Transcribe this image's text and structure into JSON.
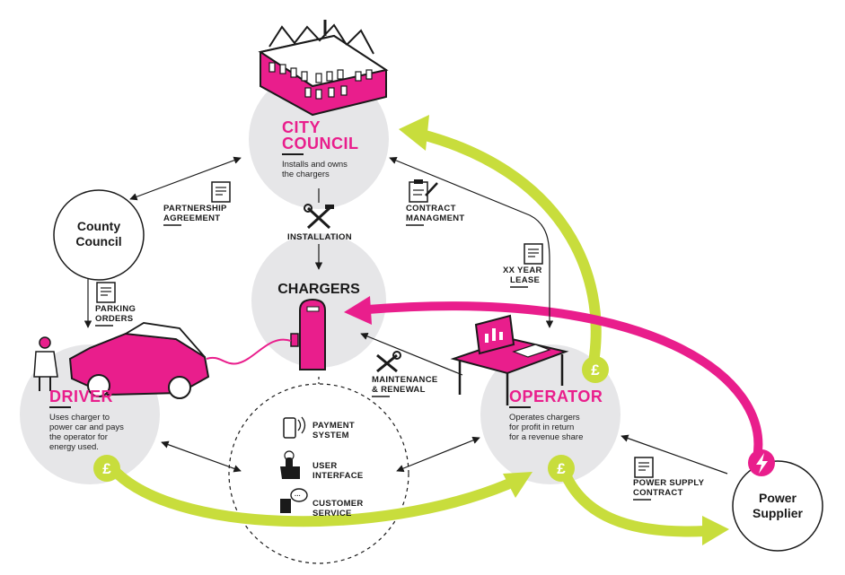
{
  "colors": {
    "pink": "#e91e8c",
    "lime": "#c8dd3c",
    "grey_bubble": "#e6e6e8",
    "dark": "#1a1a1a"
  },
  "nodes": {
    "city_council": {
      "title_line1": "CITY",
      "title_line2": "COUNCIL",
      "desc_line1": "Installs and owns",
      "desc_line2": "the chargers"
    },
    "chargers": {
      "title": "CHARGERS"
    },
    "driver": {
      "title": "DRIVER",
      "desc_line1": "Uses charger to",
      "desc_line2": "power car and pays",
      "desc_line3": "the operator for",
      "desc_line4": "energy used."
    },
    "operator": {
      "title": "OPERATOR",
      "desc_line1": "Operates chargers",
      "desc_line2": "for profit in return",
      "desc_line3": "for a revenue share"
    },
    "county_council": {
      "title_line1": "County",
      "title_line2": "Council"
    },
    "power_supplier": {
      "title_line1": "Power",
      "title_line2": "Supplier"
    }
  },
  "labels": {
    "partnership_line1": "PARTNERSHIP",
    "partnership_line2": "AGREEMENT",
    "installation": "INSTALLATION",
    "contract_line1": "CONTRACT",
    "contract_line2": "MANAGMENT",
    "lease_line1": "XX YEAR",
    "lease_line2": "LEASE",
    "parking_line1": "PARKING",
    "parking_line2": "ORDERS",
    "maintenance_line1": "MAINTENANCE",
    "maintenance_line2": "& RENEWAL",
    "power_contract_line1": "POWER SUPPLY",
    "power_contract_line2": "CONTRACT"
  },
  "services": {
    "payment_line1": "PAYMENT",
    "payment_line2": "SYSTEM",
    "ui_line1": "USER",
    "ui_line2": "INTERFACE",
    "customer_line1": "CUSTOMER",
    "customer_line2": "SERVICE"
  },
  "money": {
    "symbol": "£"
  },
  "icons": [
    "building-icon",
    "document-icon",
    "clipboard-pencil-icon",
    "tools-icon",
    "charger-icon",
    "car-icon",
    "person-icon",
    "desk-icon",
    "lightning-icon",
    "contactless-card-icon",
    "touch-hand-icon",
    "speech-bubble-icon",
    "pound-icon"
  ]
}
